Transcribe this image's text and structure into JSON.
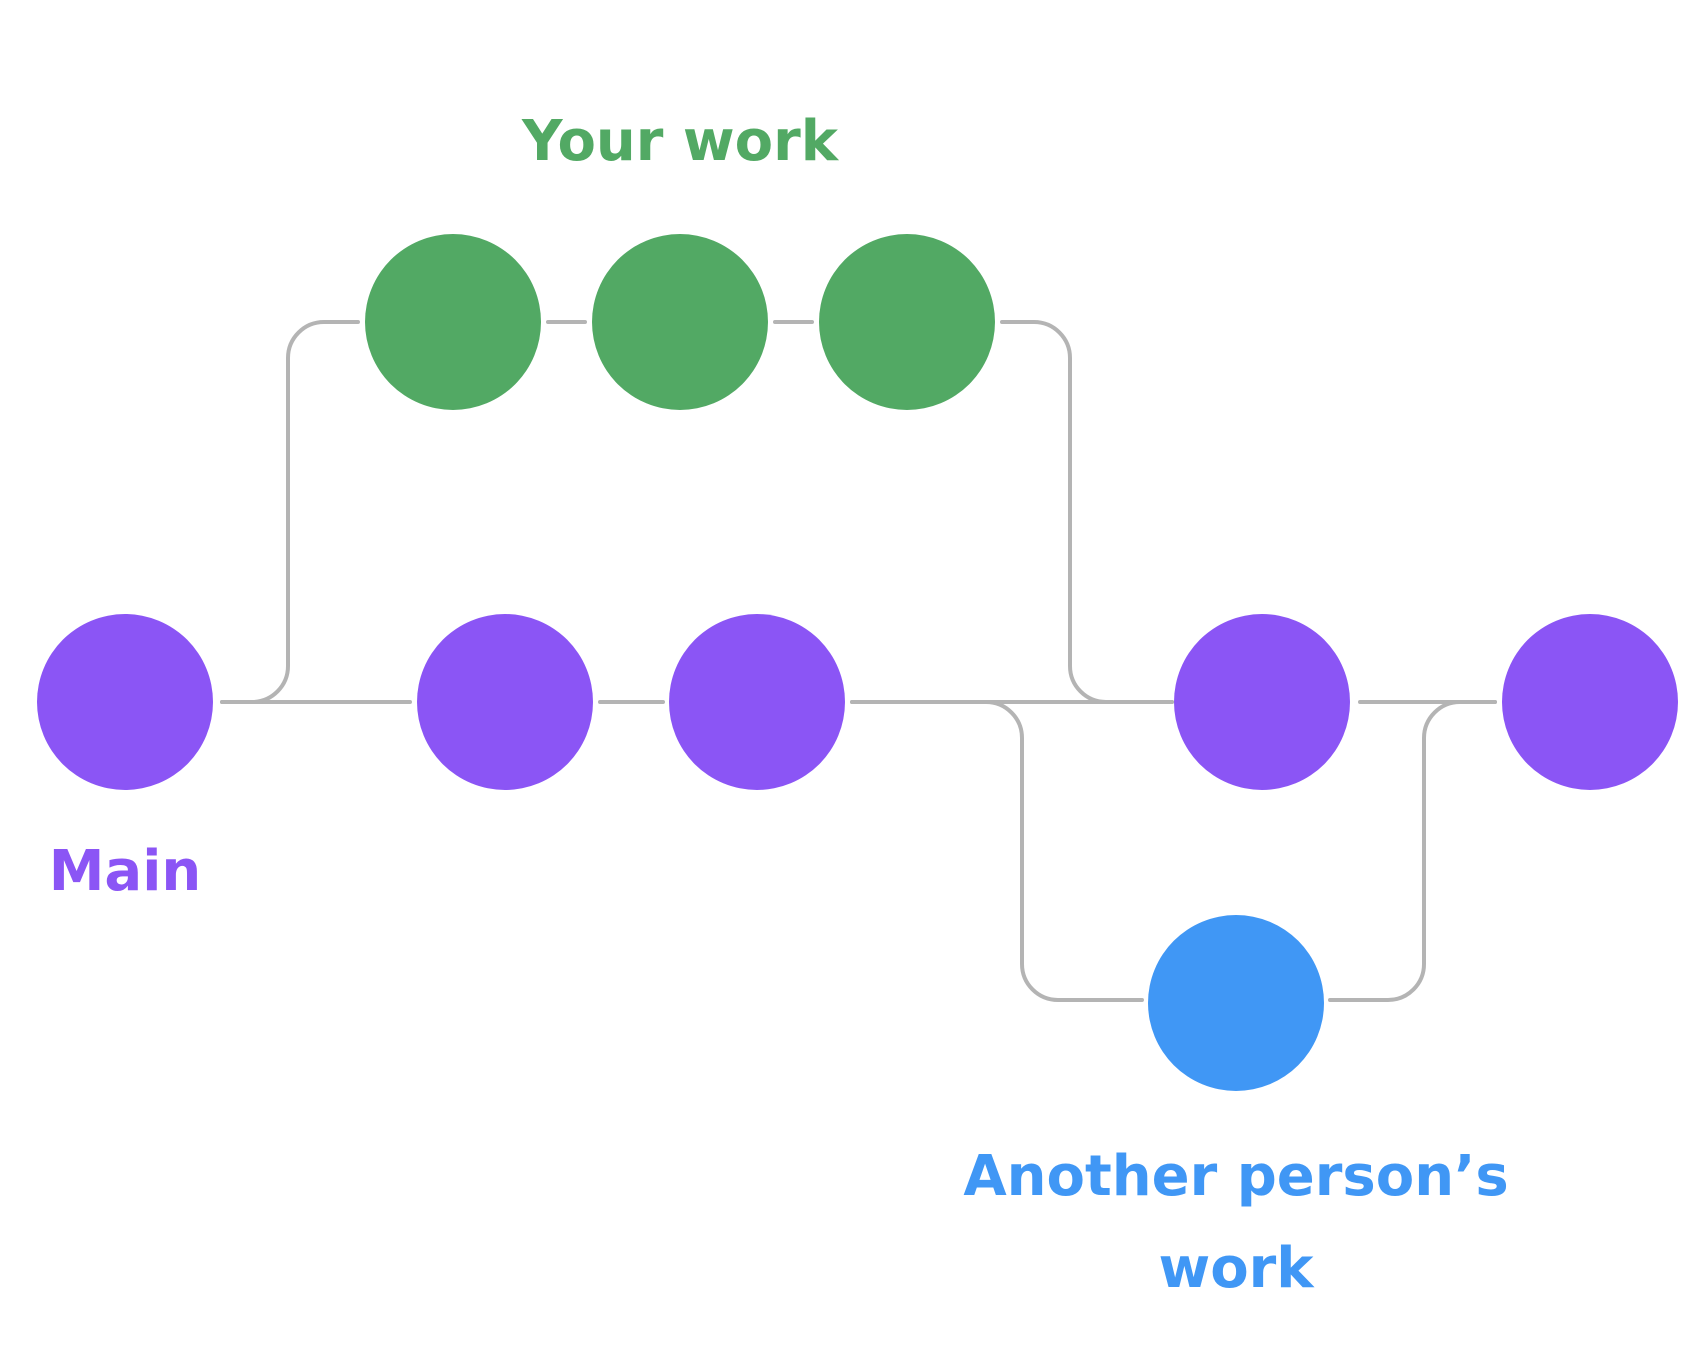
{
  "labels": {
    "your_work": "Your work",
    "main": "Main",
    "another_line1": "Another person’s",
    "another_line2": "work"
  },
  "colors": {
    "main": "#8b55f5",
    "your_work": "#52a964",
    "another": "#4097f5",
    "connector": "#b4b4b4"
  },
  "branches": [
    {
      "id": "main",
      "commits": 5
    },
    {
      "id": "your-work",
      "commits": 3
    },
    {
      "id": "another-person",
      "commits": 1
    }
  ]
}
